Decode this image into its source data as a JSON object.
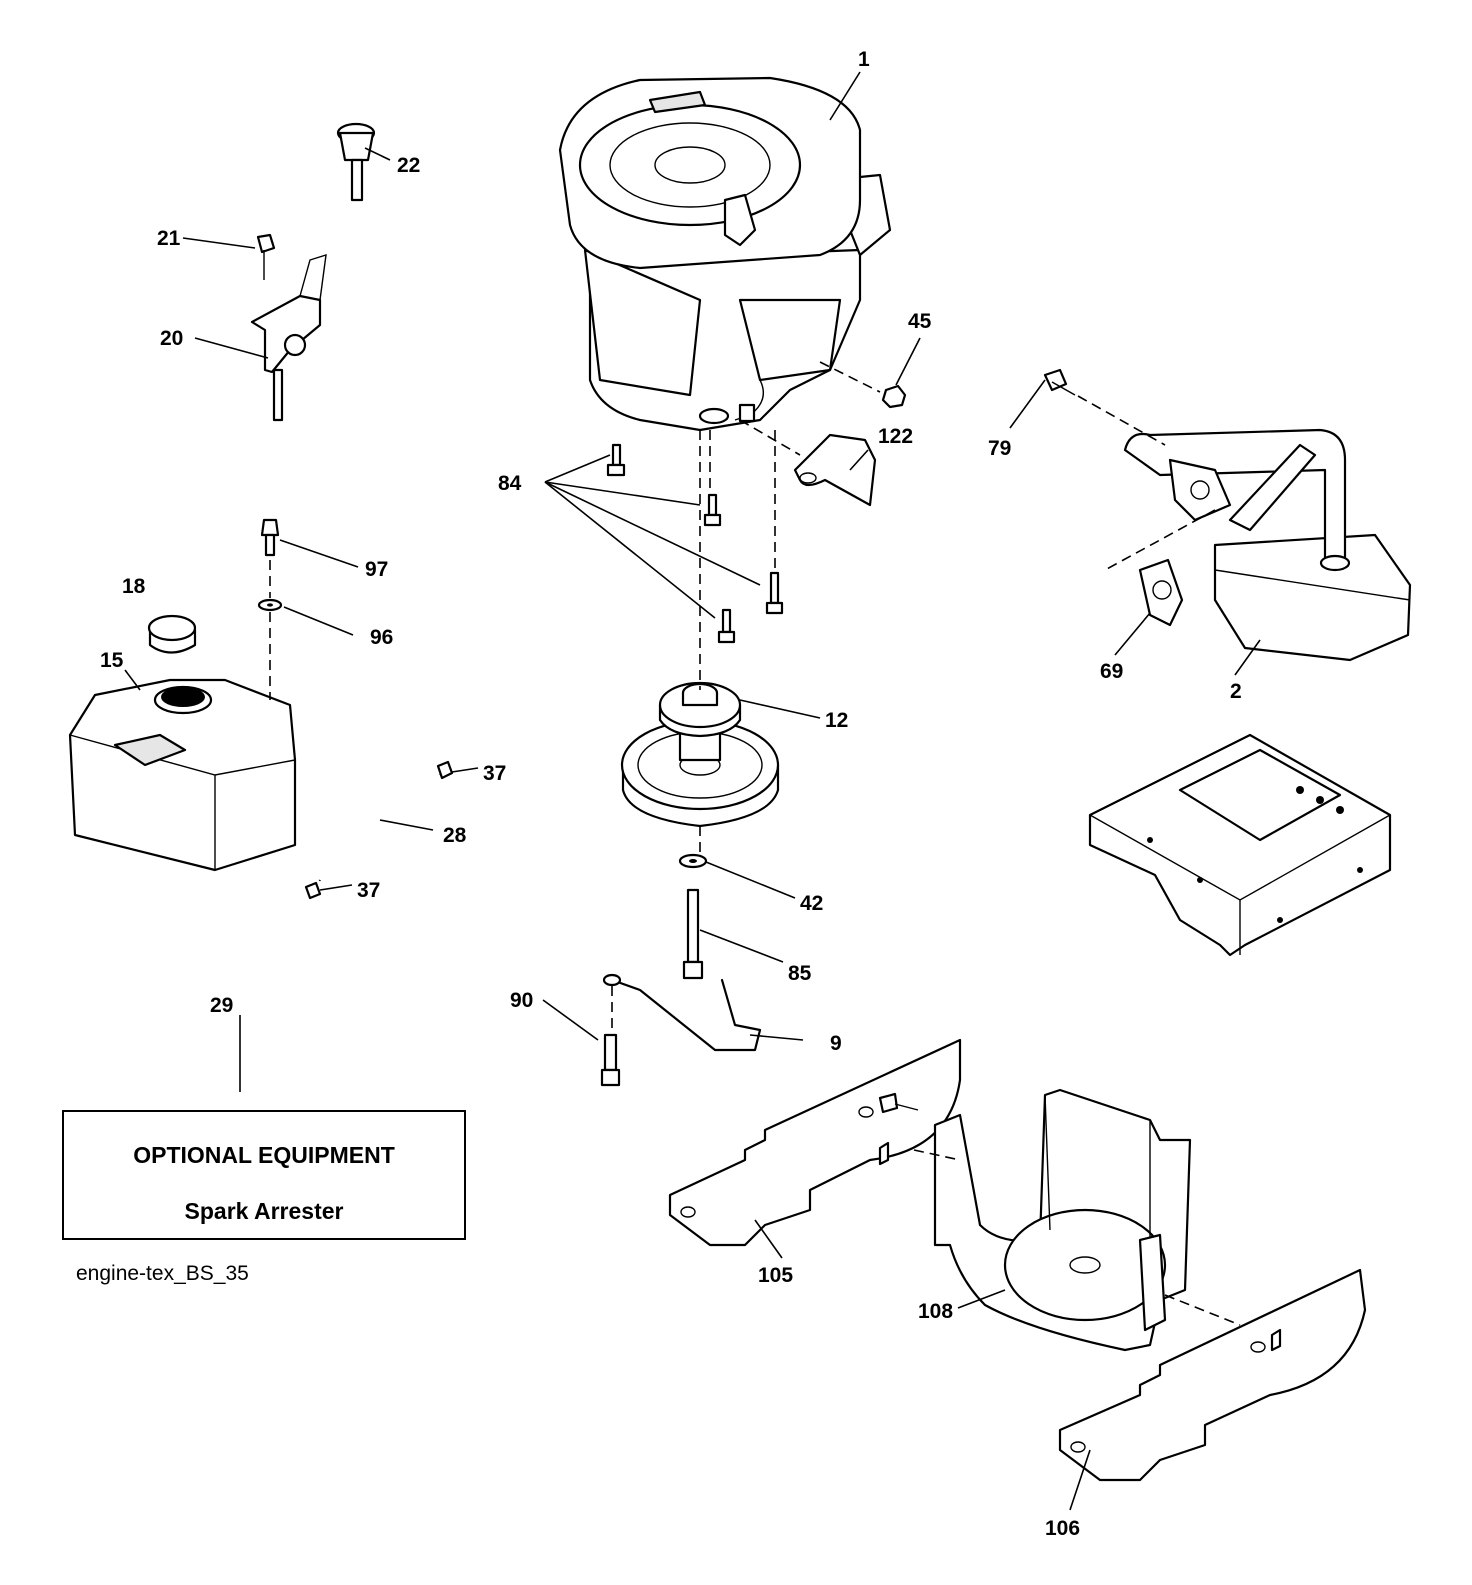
{
  "callouts": {
    "c1": "1",
    "c2": "2",
    "c9": "9",
    "c12": "12",
    "c15": "15",
    "c18": "18",
    "c20": "20",
    "c21": "21",
    "c22": "22",
    "c28": "28",
    "c29": "29",
    "c37a": "37",
    "c37b": "37",
    "c42": "42",
    "c45": "45",
    "c69": "69",
    "c79": "79",
    "c84": "84",
    "c85": "85",
    "c90": "90",
    "c96": "96",
    "c97": "97",
    "c105": "105",
    "c106": "106",
    "c108": "108",
    "c122": "122"
  },
  "note": {
    "title": "OPTIONAL EQUIPMENT",
    "subtitle": "Spark Arrester"
  },
  "drawing_ref": "engine-tex_BS_35"
}
